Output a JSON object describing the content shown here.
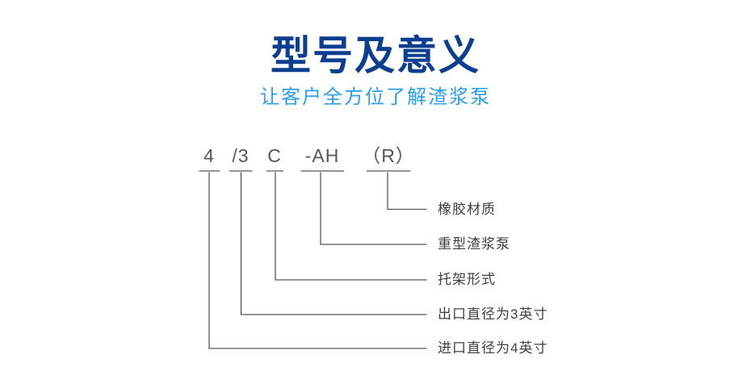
{
  "header": {
    "title": "型号及意义",
    "subtitle": "让客户全方位了解渣浆泵",
    "title_color": "#0d3f91",
    "subtitle_color": "#2b9df0"
  },
  "diagram": {
    "model_code_full": "4 /3 C -AH （R）",
    "line_color": "#54565a",
    "code_color": "#55565a",
    "label_color": "#3f4043",
    "segments": [
      {
        "code": "4",
        "meaning": "进口直径为4英寸"
      },
      {
        "code": "/3",
        "meaning": "出口直径为3英寸"
      },
      {
        "code": "C",
        "meaning": "托架形式"
      },
      {
        "code": "-AH",
        "meaning": "重型渣浆泵"
      },
      {
        "code": "（R）",
        "meaning": "橡胶材质"
      }
    ]
  }
}
